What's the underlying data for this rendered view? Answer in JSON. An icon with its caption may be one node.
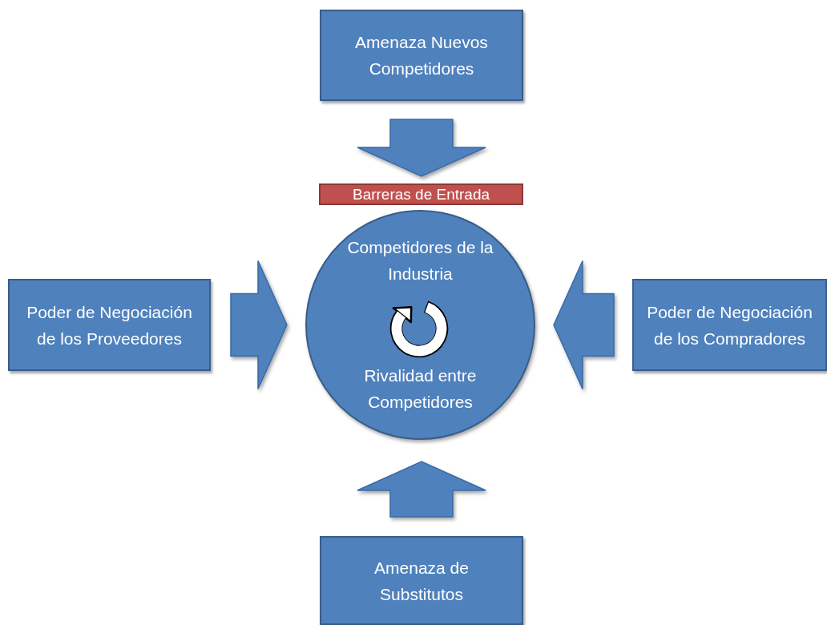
{
  "diagram": {
    "nodes": [
      {
        "text": [
          "Amenaza Nuevos Competidores"
        ]
      },
      {
        "text": [
          "Barreras de Entrada"
        ]
      },
      {
        "text": [
          "Competidores de la Industria",
          "Rivalidad entre Competidores"
        ]
      },
      {
        "text": [
          "Poder de Negociación de los Proveedores"
        ]
      },
      {
        "text": [
          "Poder de Negociación de los Compradores"
        ]
      },
      {
        "text": [
          "Amenaza de Substitutos"
        ]
      }
    ],
    "edges": [
      {
        "from": 0,
        "to": 1,
        "arrow": "to"
      },
      {
        "from": 3,
        "to": 2,
        "arrow": "to"
      },
      {
        "from": 4,
        "to": 2,
        "arrow": "to"
      },
      {
        "from": 5,
        "to": 2,
        "arrow": "to"
      }
    ]
  }
}
